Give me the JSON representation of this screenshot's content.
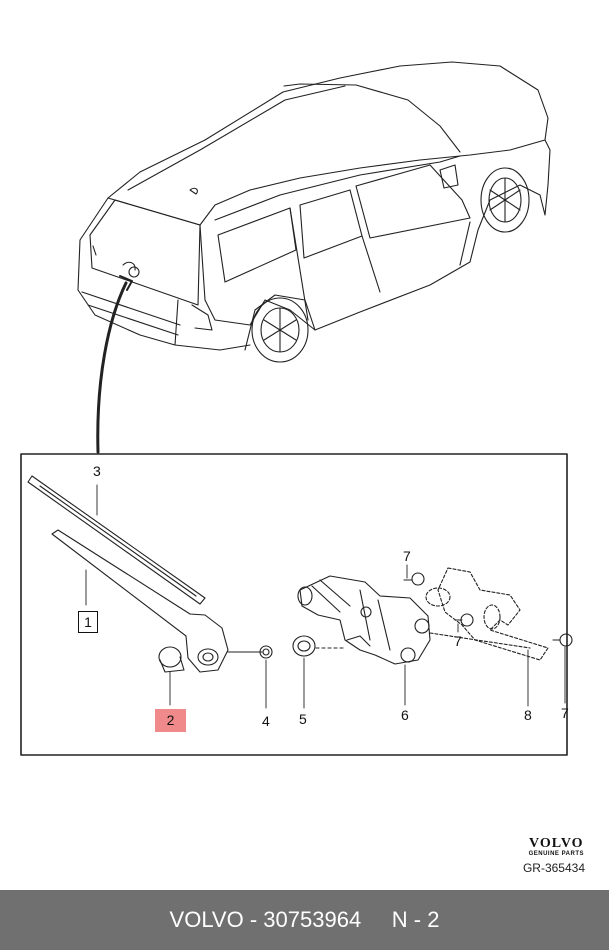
{
  "callouts": {
    "c1": "1",
    "c2": "2",
    "c3": "3",
    "c4": "4",
    "c5": "5",
    "c6": "6",
    "c7a": "7",
    "c7b": "7",
    "c7c": "7",
    "c8": "8"
  },
  "highlight_color": "#f08a8a",
  "brand": {
    "logo": "VOLVO",
    "subtitle": "GENUINE PARTS"
  },
  "reference": "GR-365434",
  "footer": {
    "brand": "VOLVO",
    "separator1": " - ",
    "part_number": "30753964",
    "gap": "     ",
    "code": "N - 2"
  },
  "footer_bg": "#707070"
}
